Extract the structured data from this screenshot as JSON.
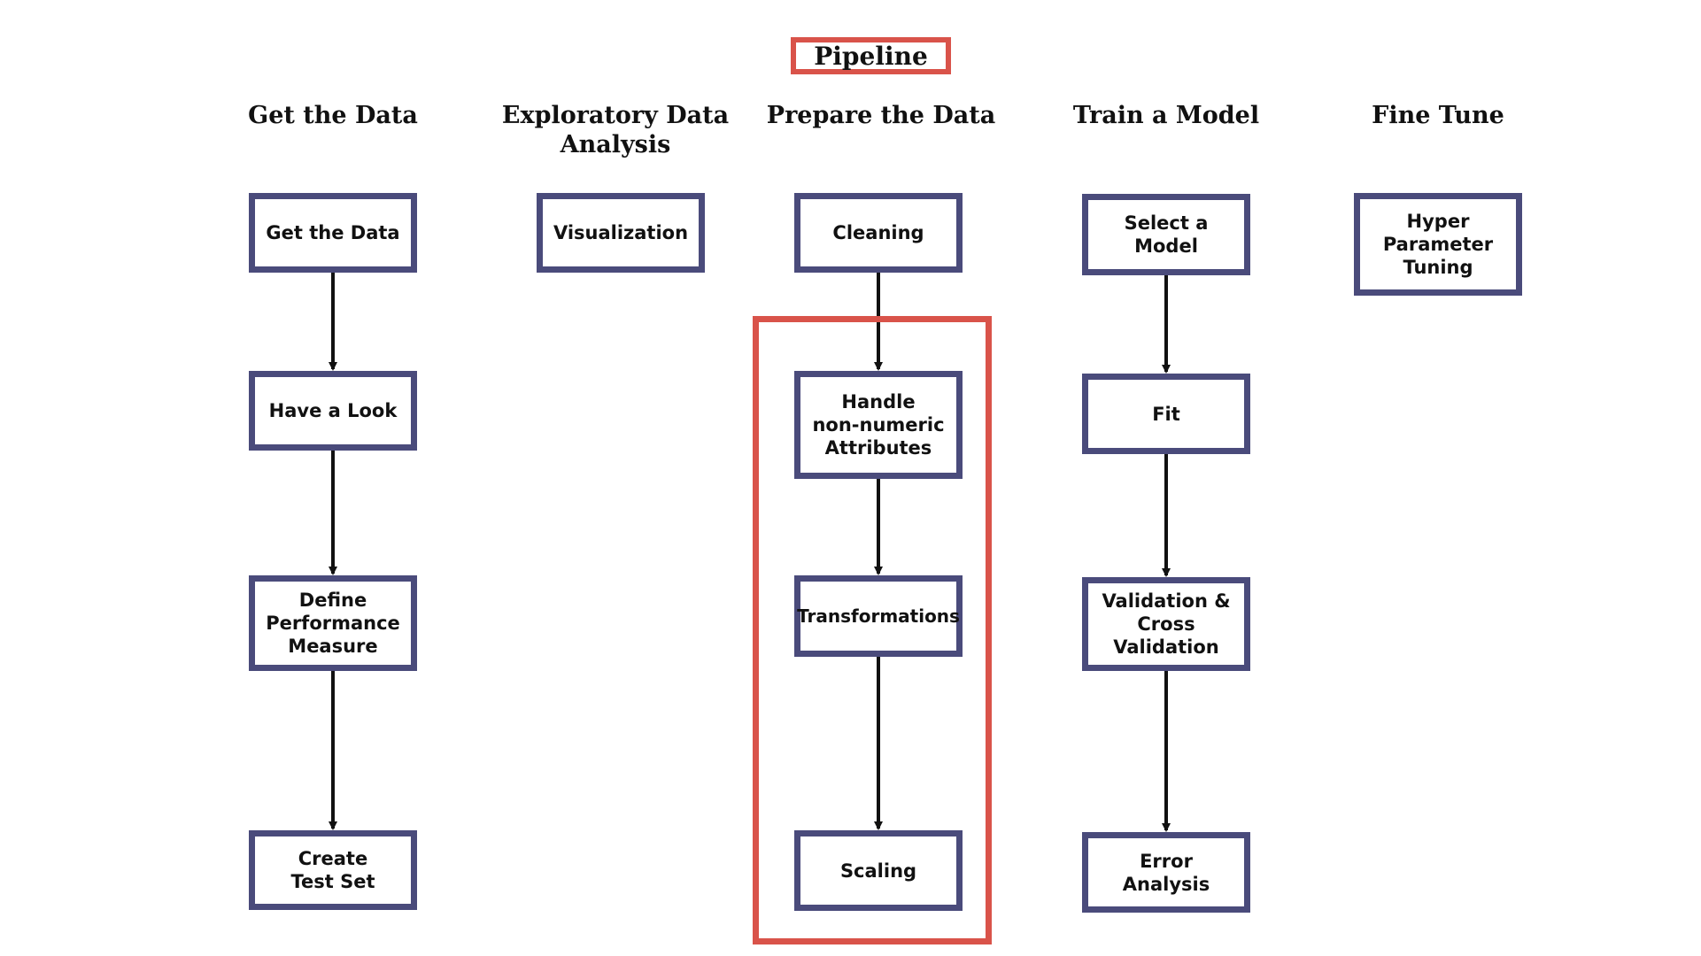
{
  "title": "Pipeline",
  "colors": {
    "box_border": "#4a4b7b",
    "highlight": "#d9534a",
    "arrow": "#111111"
  },
  "columns": [
    {
      "header": "Get the Data",
      "steps": [
        "Get the Data",
        "Have a Look",
        "Define\nPerformance\nMeasure",
        "Create\nTest Set"
      ]
    },
    {
      "header": "Exploratory Data\nAnalysis",
      "steps": [
        "Visualization"
      ]
    },
    {
      "header": "Prepare the Data",
      "steps": [
        "Cleaning",
        "Handle\nnon-numeric\nAttributes",
        "Transformations",
        "Scaling"
      ]
    },
    {
      "header": "Train a Model",
      "steps": [
        "Select a Model",
        "Fit",
        "Validation &\nCross\nValidation",
        "Error\nAnalysis"
      ]
    },
    {
      "header": "Fine Tune",
      "steps": [
        "Hyper\nParameter\nTuning"
      ]
    }
  ]
}
